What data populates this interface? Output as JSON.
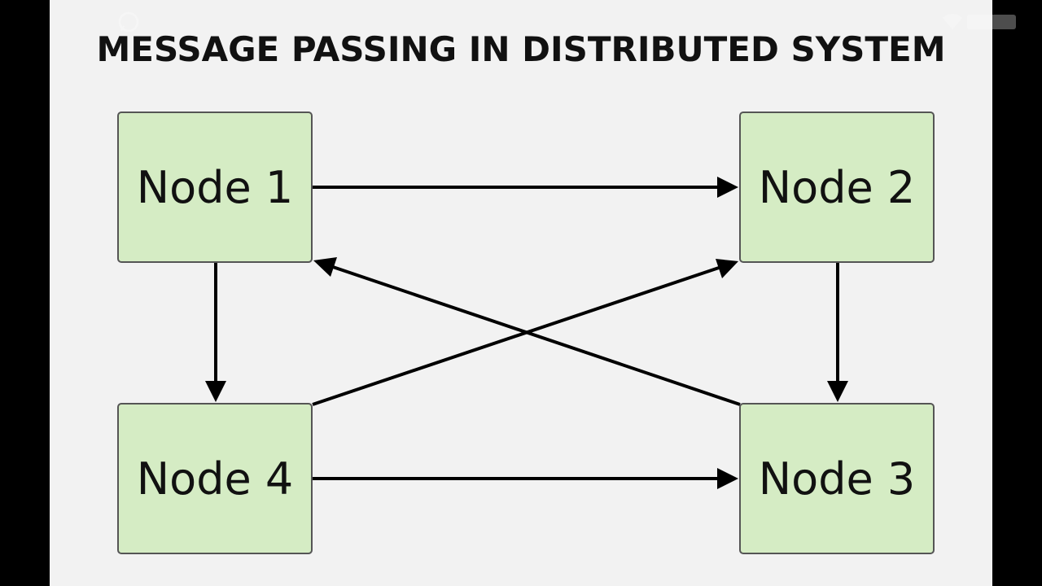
{
  "title": "MESSAGE PASSING IN DISTRIBUTED SYSTEM",
  "nodes": [
    {
      "id": "node-1",
      "label": "Node 1"
    },
    {
      "id": "node-2",
      "label": "Node 2"
    },
    {
      "id": "node-3",
      "label": "Node 3"
    },
    {
      "id": "node-4",
      "label": "Node 4"
    }
  ],
  "edges": [
    {
      "from": "Node 1",
      "to": "Node 2"
    },
    {
      "from": "Node 1",
      "to": "Node 4"
    },
    {
      "from": "Node 2",
      "to": "Node 3"
    },
    {
      "from": "Node 4",
      "to": "Node 3"
    },
    {
      "from": "Node 3",
      "to": "Node 1"
    },
    {
      "from": "Node 4",
      "to": "Node 2"
    }
  ],
  "colors": {
    "slide_background": "#f2f2f2",
    "node_fill": "#d5ecc4",
    "node_border": "#555555",
    "arrow": "#000000",
    "text": "#111111"
  },
  "icons": {
    "status_left": "whatsapp-icon",
    "status_right": "wifi-icon"
  }
}
